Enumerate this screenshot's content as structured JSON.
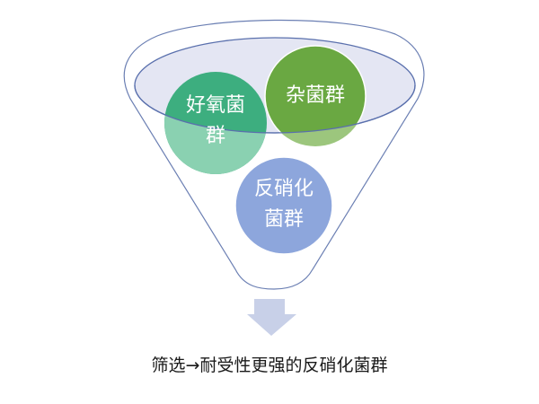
{
  "diagram": {
    "type": "funnel-filter",
    "colors": {
      "funnel_stroke": "#6b7fb3",
      "funnel_top_fill": "#e4e6f3",
      "aerobic_circle": "#3dae7f",
      "aerobic_circle_below_rim": "#8ad1b1",
      "misc_circle": "#6aa842",
      "misc_circle_below_rim": "#9cc67d",
      "denitrifying_circle": "#8da6dc",
      "arrow": "#c8d0e8",
      "caption_text": "#1a1a1a"
    },
    "circles": [
      {
        "id": "aerobic",
        "label_line1": "好氧菌",
        "label_line2": "群"
      },
      {
        "id": "misc",
        "label_line1": "杂菌群",
        "label_line2": ""
      },
      {
        "id": "denitrifying",
        "label_line1": "反硝化",
        "label_line2": "菌群"
      }
    ],
    "arrow_icon": "down-arrow",
    "caption": "筛选→耐受性更强的反硝化菌群"
  }
}
